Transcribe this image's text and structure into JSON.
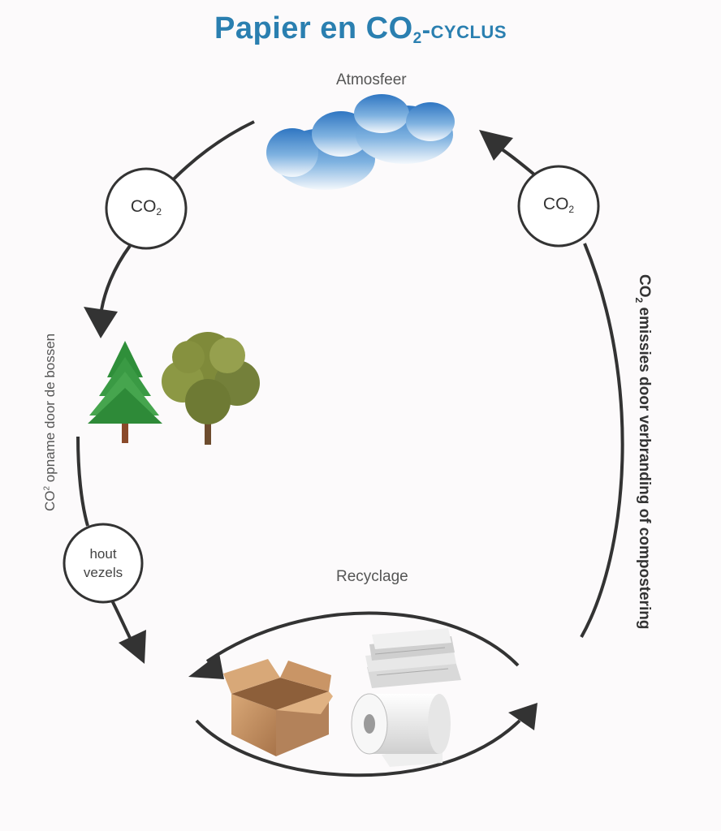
{
  "title": {
    "part1": "Papier en CO",
    "sub": "2",
    "part2": "-cyclus"
  },
  "labels": {
    "atmosphere": "Atmosfeer",
    "recycling": "Recyclage",
    "co2_left": {
      "main": "CO",
      "sub": "2"
    },
    "co2_right": {
      "main": "CO",
      "sub": "2"
    },
    "wood_line1": "hout",
    "wood_line2": "vezels",
    "forest_uptake": {
      "pre": "CO",
      "sup": "2",
      "post": " opname door de bossen"
    },
    "emissions": {
      "pre": "CO",
      "sub": "2",
      "post": " emissies door verbranding of compostering"
    }
  },
  "colors": {
    "title": "#2a7fb0",
    "arrow": "#333333",
    "cloud_top": "#e8f2fa",
    "cloud_bottom": "#4f8fcf"
  },
  "icons": [
    "cloud-icon",
    "pine-tree-icon",
    "oak-tree-icon",
    "cardboard-box-icon",
    "newspaper-stack-icon",
    "paper-roll-icon"
  ]
}
